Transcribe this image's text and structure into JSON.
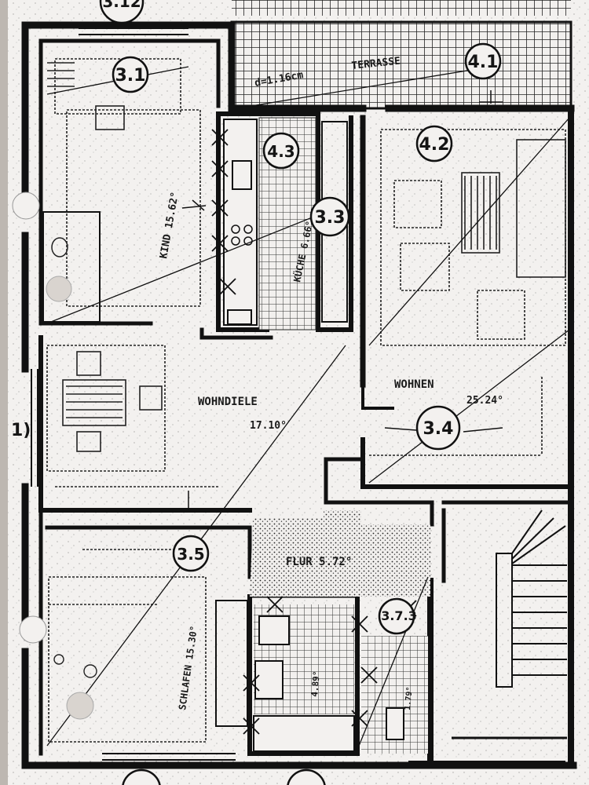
{
  "rooms": {
    "kind": "KIND 15.62°",
    "kueche": "KÜCHE 6.66°",
    "wohndiele": "WOHNDIELE",
    "wohndiele_area": "17.10°",
    "wohnen": "WOHNEN",
    "wohnen_area": "25.24°",
    "flur": "FLUR 5.72°",
    "schlafen": "SCHLAFEN 15.30°",
    "bad": "4.89°",
    "wc": "1.79°",
    "terrasse": "TERRASSE",
    "terrasse_dim": "d=1.16cm"
  },
  "markers": {
    "m312": "3.12",
    "m31": "3.1",
    "m41": "4.1",
    "m43": "4.3",
    "m42": "4.2",
    "m33": "3.3",
    "m34": "3.4",
    "m35": "3.5",
    "m373": "3.7.3",
    "edge1": "1)"
  },
  "colors": {
    "paper": "#f3f1ef",
    "ink": "#1a1a1a",
    "background": "#e9e7e4"
  }
}
